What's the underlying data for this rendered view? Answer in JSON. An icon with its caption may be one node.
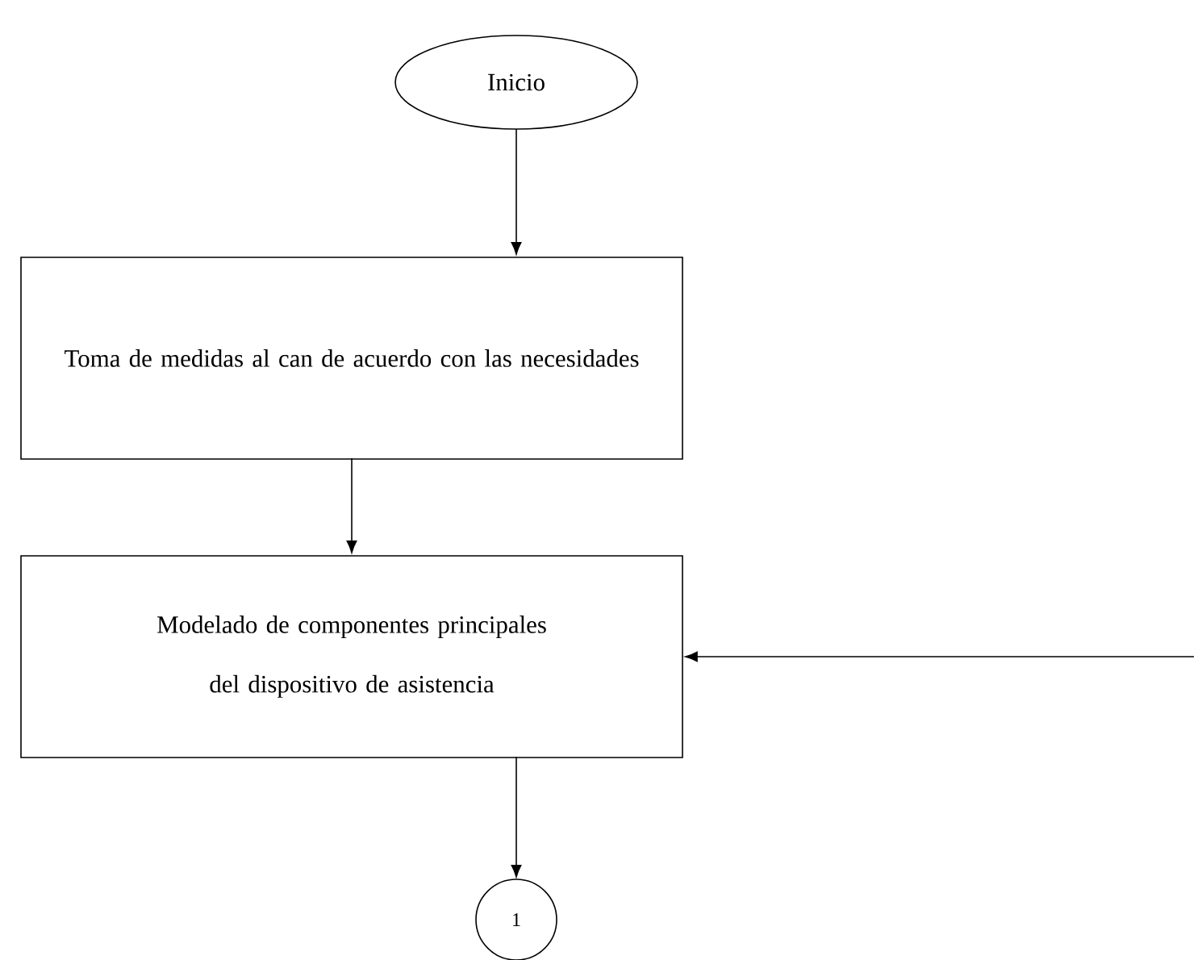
{
  "diagram": {
    "nodes": [
      {
        "text": [
          "Inicio"
        ]
      },
      {
        "text": [
          "Toma de medidas al can de acuerdo con las necesidades"
        ]
      },
      {
        "text": [
          "Modelado de componentes principales del dispositivo de asistencia"
        ]
      },
      {
        "text": [
          "1"
        ]
      }
    ],
    "edges": [
      {
        "from": 0,
        "to": 1,
        "arrow": "to"
      },
      {
        "from": 1,
        "to": 2,
        "arrow": "to"
      },
      {
        "from": null,
        "to": 2,
        "arrow": "to"
      },
      {
        "from": 2,
        "to": 3,
        "arrow": "to"
      }
    ]
  }
}
